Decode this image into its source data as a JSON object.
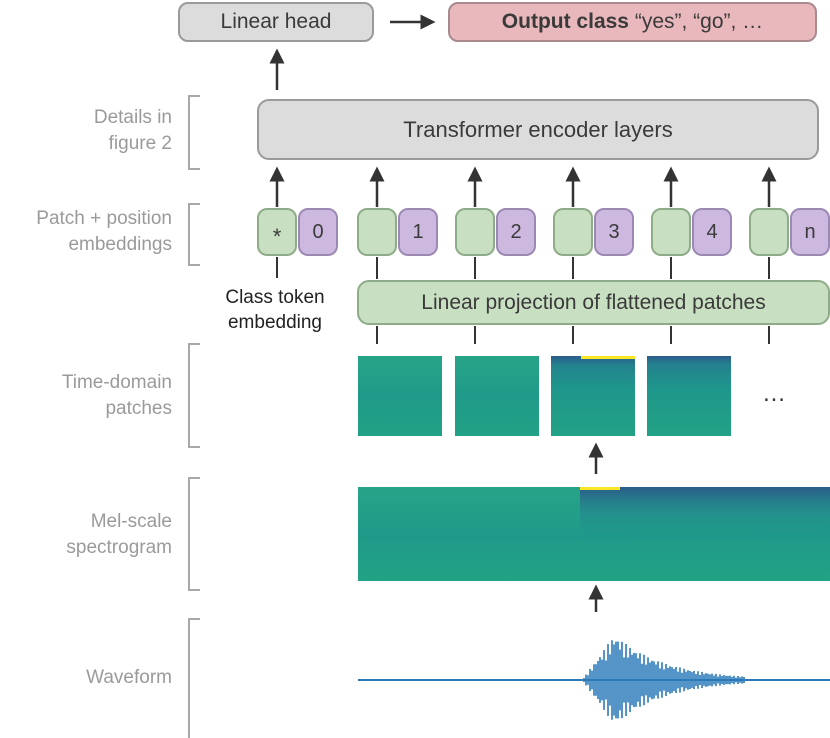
{
  "head": {
    "linear_head": "Linear head",
    "output_bold": "Output class",
    "output_rest": " “yes”, “go”, …"
  },
  "encoder": {
    "label": "Transformer encoder layers"
  },
  "projection": {
    "label": "Linear projection of flattened patches"
  },
  "class_token": {
    "star": "*",
    "label_line1": "Class token",
    "label_line2": "embedding"
  },
  "positions": [
    "0",
    "1",
    "2",
    "3",
    "4",
    "n"
  ],
  "ellipsis": "…",
  "side_labels": {
    "details": [
      "Details in",
      "figure 2"
    ],
    "patch_pos": [
      "Patch + position",
      "embeddings"
    ],
    "time_domain": [
      "Time-domain",
      "patches"
    ],
    "mel": [
      "Mel-scale",
      "spectrogram"
    ],
    "waveform": [
      "Waveform"
    ]
  },
  "colors": {
    "spectrogram_base": "#1f9e89",
    "spectrogram_dark": "#2b5c8a",
    "spectrogram_hot": "#fde725",
    "waveform": "#2a7ab8",
    "arrow": "#333333"
  }
}
